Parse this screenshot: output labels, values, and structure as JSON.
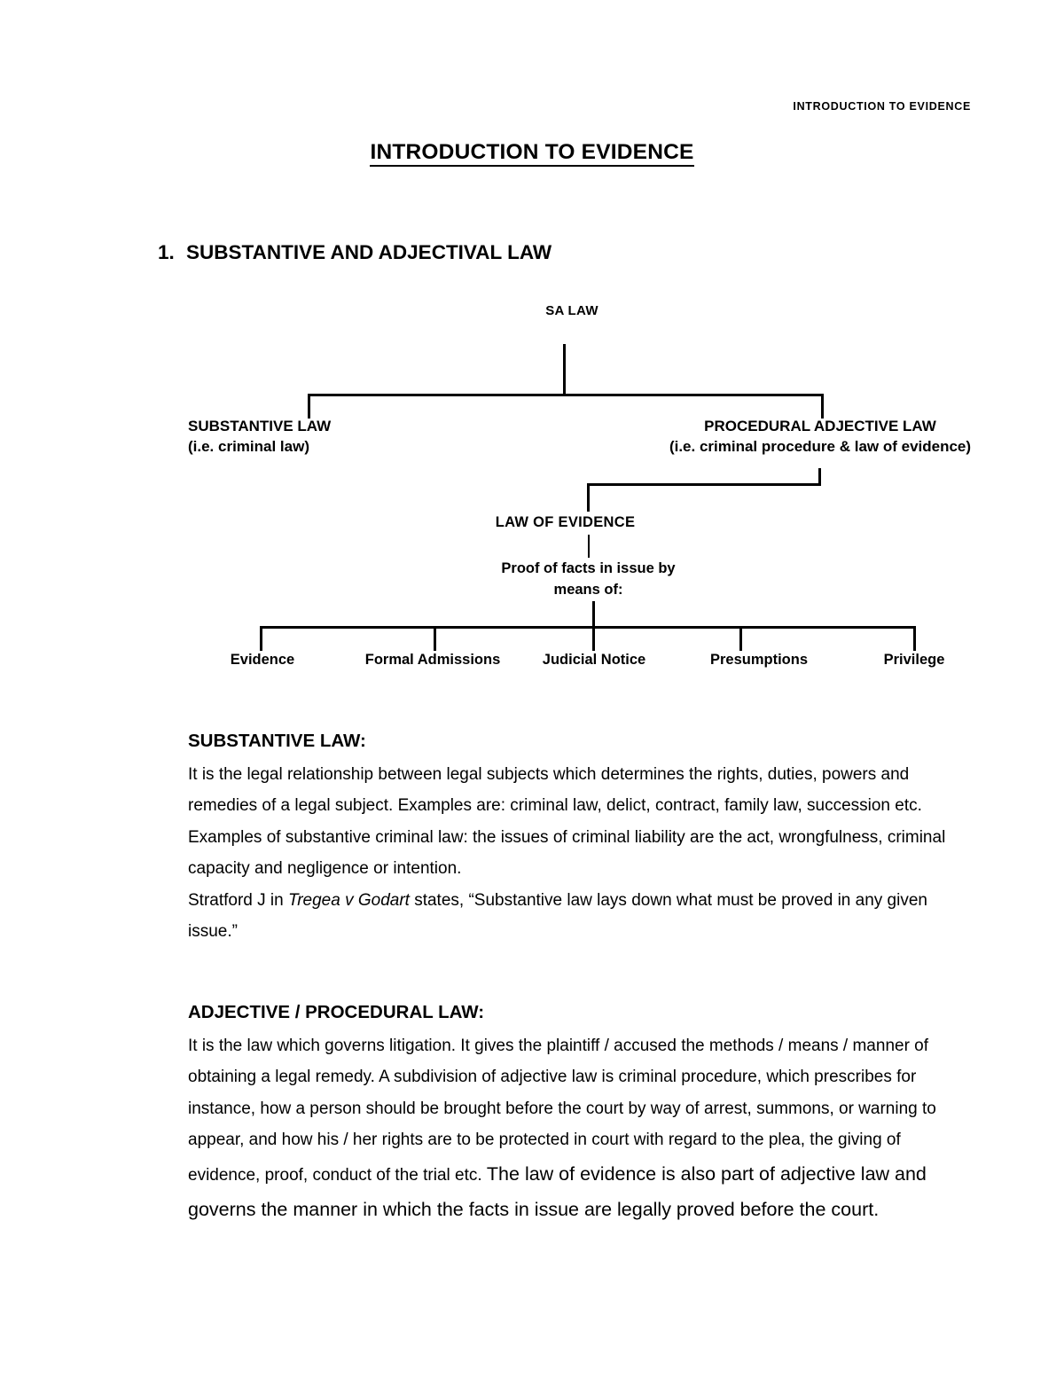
{
  "document": {
    "running_header": "INTRODUCTION TO EVIDENCE",
    "title": "INTRODUCTION TO EVIDENCE",
    "section": {
      "number": "1.",
      "heading": "SUBSTANTIVE AND ADJECTIVAL LAW"
    }
  },
  "diagram": {
    "root": "SA LAW",
    "branch_left_line1": "SUBSTANTIVE LAW",
    "branch_left_line2": "(i.e. criminal law)",
    "branch_right_line1": "PROCEDURAL ADJECTIVE LAW",
    "branch_right_line2": "(i.e. criminal procedure & law of evidence)",
    "sub_node": "LAW OF EVIDENCE",
    "sub_caption_line1": "Proof of facts in issue by",
    "sub_caption_line2": "means of:",
    "leaves": [
      {
        "label": "Evidence"
      },
      {
        "label": "Formal Admissions"
      },
      {
        "label": "Judicial Notice"
      },
      {
        "label": "Presumptions"
      },
      {
        "label": "Privilege"
      }
    ]
  },
  "content": {
    "substantive": {
      "heading": "SUBSTANTIVE LAW:",
      "para1": "It is the legal relationship between legal subjects which determines the rights, duties, powers and remedies of a legal subject. Examples are: criminal law, delict, contract, family law, succession etc.",
      "para2": "Examples of substantive criminal law: the issues of criminal liability are the act, wrongfulness, criminal capacity and negligence or intention.",
      "para3_prefix": "Stratford J in ",
      "para3_case": "Tregea v Godart",
      "para3_suffix": " states, “Substantive law lays down what must be proved in any given issue.”"
    },
    "adjective": {
      "heading": "ADJECTIVE / PROCEDURAL LAW:",
      "para1_normal": "It is the law which governs litigation. It gives the plaintiff / accused the methods / means / manner of obtaining a legal remedy. A subdivision of adjective law is criminal procedure, which prescribes for instance, how a person should be brought before the court by way of arrest, summons, or warning to appear, and how his / her rights are to be protected in court with regard to the plea, the giving of evidence, proof, conduct of the trial etc. ",
      "para1_large": "The law of evidence is also part of adjective law and governs the manner in which the facts in issue are legally proved before the court."
    }
  }
}
